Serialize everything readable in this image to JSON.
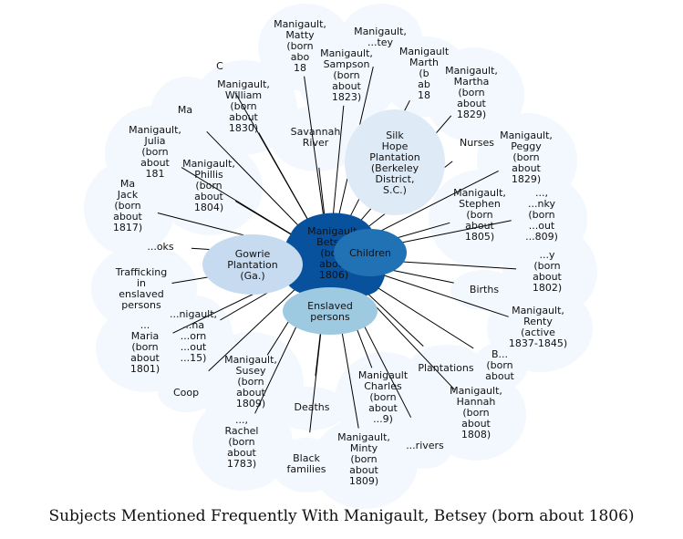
{
  "title": "Subjects Mentioned Frequently With Manigault, Betsey (born about 1806)",
  "colors": {
    "background": "#ffffff",
    "halo": "#f3f8fe",
    "center": "#08519c",
    "children": "#2171b5",
    "enslaved": "#9ecae1",
    "gowrie": "#c6dbef",
    "silk_hope": "#deebf7",
    "edge": "#000000"
  },
  "center": {
    "label": "Manigault, Betsey (born about 1806)",
    "lines": [
      "Manigault,",
      "Betsey",
      "(born",
      "about",
      "1806)"
    ]
  },
  "hubs": [
    {
      "label": "Children",
      "lines": [
        "Children"
      ]
    },
    {
      "label": "Enslaved persons",
      "lines": [
        "Enslaved",
        "persons"
      ]
    },
    {
      "label": "Gowrie Plantation (Ga.)",
      "lines": [
        "Gowrie",
        "Plantation",
        "(Ga.)"
      ]
    },
    {
      "label": "Silk Hope Plantation (Berkeley District, S.C.)",
      "lines": [
        "Silk",
        "Hope",
        "Plantation",
        "(Berkeley",
        "District,",
        "S.C.)"
      ]
    }
  ],
  "nodes": [
    {
      "label": "Manigault, Matty (born about 18..)",
      "lines": [
        "Manigault,",
        "Matty",
        "(born",
        "abo",
        "18"
      ]
    },
    {
      "label": "Manigault, ...tey",
      "lines": [
        "Manigault,",
        "...tey"
      ]
    },
    {
      "label": "Manigault, Sampson (born about 1823)",
      "lines": [
        "Manigault,",
        "Sampson",
        "(born",
        "about",
        "1823)"
      ]
    },
    {
      "label": "Manigault, Martha (born about 18..)",
      "lines": [
        "Manigault",
        "Marth",
        "(b",
        "ab",
        "18"
      ]
    },
    {
      "label": "Manigault, Martha (born about 1829)",
      "lines": [
        "Manigault,",
        "Martha",
        "(born",
        "about",
        "1829)"
      ]
    },
    {
      "label": "C...",
      "lines": [
        "C"
      ]
    },
    {
      "label": "Manigault, William (born about 1830)",
      "lines": [
        "Manigault,",
        "William",
        "(born",
        "about",
        "1830)"
      ]
    },
    {
      "label": "Ma...",
      "lines": [
        "Ma"
      ]
    },
    {
      "label": "Savannah River",
      "lines": [
        "Savannah",
        "River"
      ]
    },
    {
      "label": "Nurses",
      "lines": [
        "Nurses"
      ]
    },
    {
      "label": "Manigault, Peggy (born about 1829)",
      "lines": [
        "Manigault,",
        "Peggy",
        "(born",
        "about",
        "1829)"
      ]
    },
    {
      "label": "Manigault, Julia (born about 181.)",
      "lines": [
        "Manigault,",
        "Julia",
        "(born",
        "about",
        "181"
      ]
    },
    {
      "label": "Manigault, Phillis (born about 1804)",
      "lines": [
        "Manigault,",
        "Phillis",
        "(born",
        "about",
        "1804)"
      ]
    },
    {
      "label": "Manigault, Jack (born about 1817)",
      "lines": [
        "Ma",
        "Jack",
        "(born",
        "about",
        "1817)"
      ]
    },
    {
      "label": "Manigault, Stephen (born about 1805)",
      "lines": [
        "Manigault,",
        "Stephen",
        "(born",
        "about",
        "1805)"
      ]
    },
    {
      "label": "Manigault, ...nky (born about 1809)",
      "lines": [
        "...,",
        "...nky",
        "(born",
        "...out",
        "...809)"
      ]
    },
    {
      "label": "...oks",
      "lines": [
        "...oks"
      ]
    },
    {
      "label": "Manigault, ...y (born about 1802)",
      "lines": [
        "...y",
        "(born",
        "about",
        "1802)"
      ]
    },
    {
      "label": "Trafficking in enslaved persons",
      "lines": [
        "Trafficking",
        "in",
        "enslaved",
        "persons"
      ]
    },
    {
      "label": "Births",
      "lines": [
        "Births"
      ]
    },
    {
      "label": "Manigault, Maria (born about 1801)",
      "lines": [
        "...",
        "Maria",
        "(born",
        "about",
        "1801)"
      ]
    },
    {
      "label": "Manigault, ...na (born about ...15)",
      "lines": [
        "...nigault,",
        "...na",
        "...orn",
        "...out",
        "...15)"
      ]
    },
    {
      "label": "Manigault, Renty (active 1837-1845)",
      "lines": [
        "Manigault,",
        "Renty",
        "(active",
        "1837-1845)"
      ]
    },
    {
      "label": "Cooper",
      "lines": [
        "Coop"
      ]
    },
    {
      "label": "Manigault, Susey (born about 1809)",
      "lines": [
        "Manigault,",
        "Susey",
        "(born",
        "about",
        "1809)"
      ]
    },
    {
      "label": "Manigault, Charles (born about 18..)",
      "lines": [
        "Manigault",
        "Charles",
        "(born",
        "about",
        "...9)"
      ]
    },
    {
      "label": "Plantations",
      "lines": [
        "Plantations"
      ]
    },
    {
      "label": "Manigault, B... (born about ...)",
      "lines": [
        "B...",
        "(born",
        "about"
      ]
    },
    {
      "label": "Deaths",
      "lines": [
        "Deaths"
      ]
    },
    {
      "label": "Manigault, Hannah (born about 1808)",
      "lines": [
        "Manigault,",
        "Hannah",
        "(born",
        "about",
        "1808)"
      ]
    },
    {
      "label": "Manigault, Rachel (born about 1783)",
      "lines": [
        "...,",
        "Rachel",
        "(born",
        "about",
        "1783)"
      ]
    },
    {
      "label": "Black families",
      "lines": [
        "Black",
        "families"
      ]
    },
    {
      "label": "Manigault, Minty (born about 1809)",
      "lines": [
        "Manigault,",
        "Minty",
        "(born",
        "about",
        "1809)"
      ]
    },
    {
      "label": "Drivers",
      "lines": [
        "...rivers"
      ]
    }
  ]
}
